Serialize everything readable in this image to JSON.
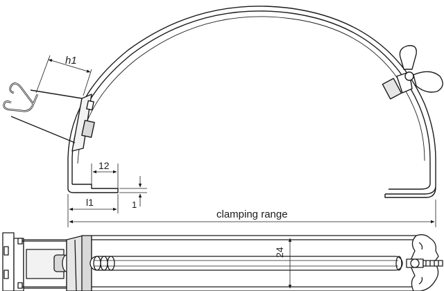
{
  "dimensions": {
    "h1": "h1",
    "d12": "12",
    "l1": "l1",
    "d1": "1",
    "clamping": "clamping range",
    "d24": "24"
  },
  "colors": {
    "stroke": "#1a1a1a",
    "fill_light": "#f2f2f2",
    "fill_mid": "#d9d9d9",
    "fill_dark": "#bdbdbd"
  },
  "parts": {
    "upper_view": "clamp-band-side-view",
    "lower_view": "clamp-band-top-view"
  }
}
